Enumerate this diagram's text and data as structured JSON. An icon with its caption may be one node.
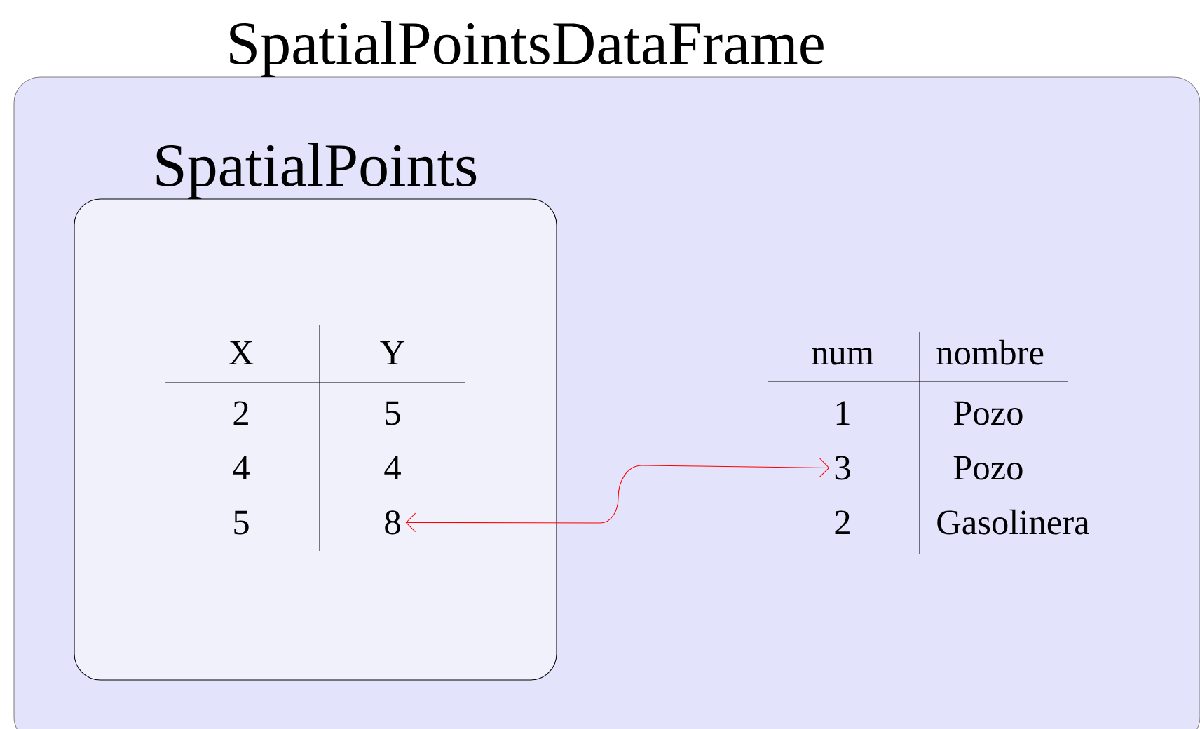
{
  "diagram": {
    "nodes": [
      {
        "text": [
          "SpatialPointsDataFrame"
        ]
      },
      {
        "text": [
          "SpatialPoints"
        ],
        "in": 0
      },
      {
        "text": [
          "8"
        ],
        "in": 1
      },
      {
        "text": [
          "3"
        ],
        "in": 0
      }
    ],
    "edges": [
      {
        "from": 2,
        "to": 3,
        "arrow": "both",
        "color": "#ff0000"
      }
    ],
    "labels": [
      "X",
      "Y",
      "2",
      "5",
      "4",
      "4",
      "5",
      "num",
      "nombre",
      "1",
      "Pozo",
      "Pozo",
      "2",
      "Gasolinera"
    ]
  }
}
